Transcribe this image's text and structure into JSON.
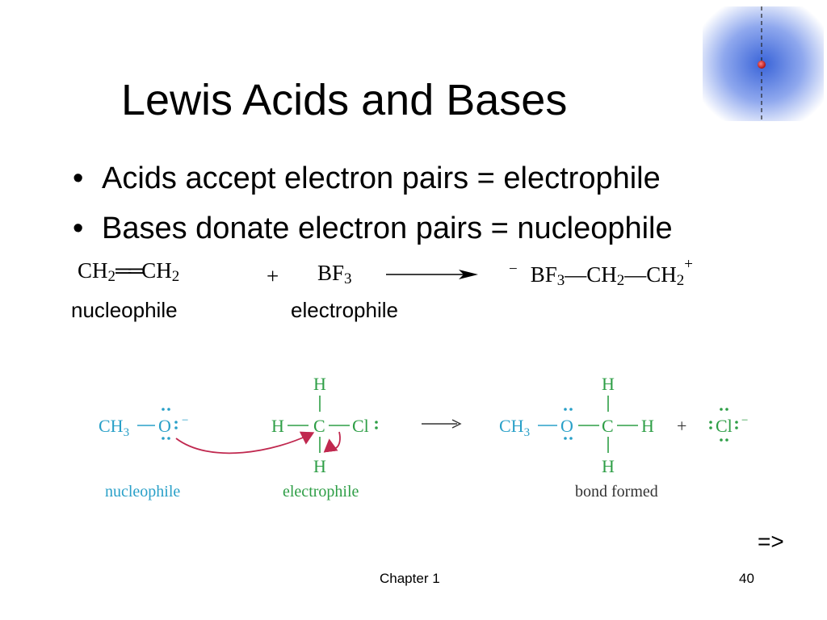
{
  "slide": {
    "title": "Lewis Acids and Bases",
    "bullets": [
      {
        "marker": "•",
        "text": "Acids accept electron pairs = electrophile"
      },
      {
        "marker": "•",
        "text": "Bases donate electron pairs = nucleophile"
      }
    ]
  },
  "reaction1": {
    "reactant1": {
      "ch_a": "CH",
      "sub_a": "2",
      "bond": "══",
      "ch_b": "CH",
      "sub_b": "2"
    },
    "plus": "+",
    "reactant2": {
      "bf": "BF",
      "sub": "3"
    },
    "product": {
      "minus": "−",
      "bf": "BF",
      "bf_sub": "3",
      "dash1": "—",
      "ch1": "CH",
      "ch1_sub": "2",
      "dash2": "—",
      "ch2": "CH",
      "ch2_sub": "2",
      "plus": "+"
    },
    "label_reactant1": "nucleophile",
    "label_reactant2": "electrophile"
  },
  "mechanism": {
    "colors": {
      "nucleophile": "#29a0c8",
      "electrophile": "#2e9e46",
      "arrow": "#c0284f",
      "neutral": "#333333"
    },
    "ch": "CH",
    "ch_sub": "3",
    "o": "O",
    "minus": "−",
    "h": "H",
    "c": "C",
    "cl": "Cl",
    "plus": "+",
    "label_nucleophile": "nucleophile",
    "label_electrophile": "electrophile",
    "label_bond_formed": "bond formed"
  },
  "nav": {
    "next": "=>"
  },
  "footer": {
    "chapter": "Chapter 1",
    "page": "40"
  }
}
